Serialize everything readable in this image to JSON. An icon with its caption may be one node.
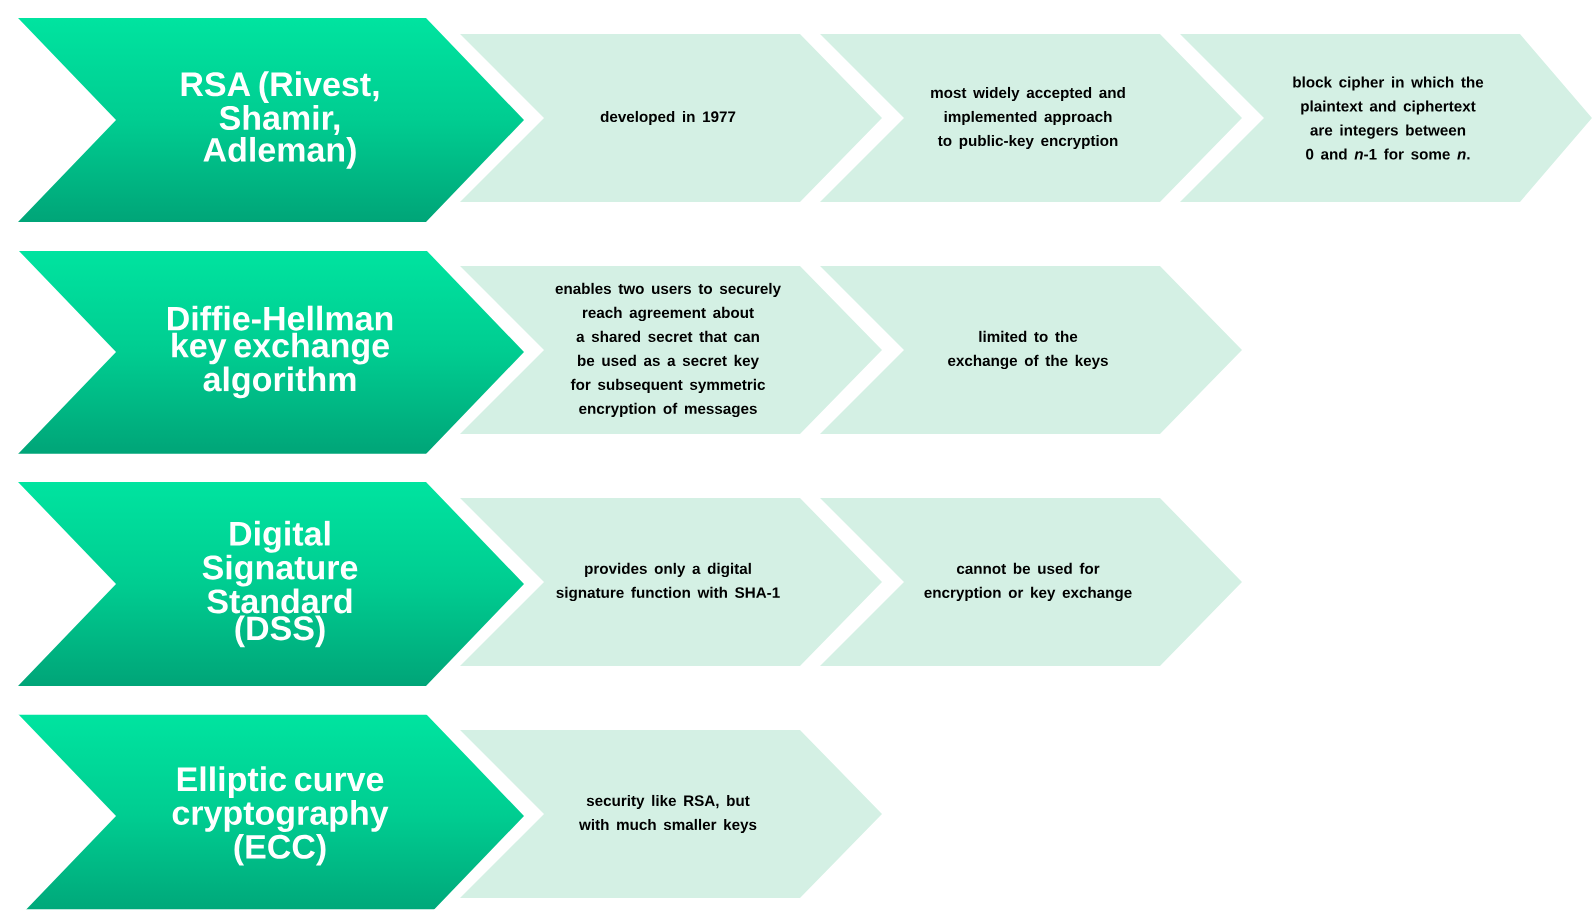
{
  "diagram": {
    "nodes": [
      {
        "text": [
          "RSA (Rivest, Shamir, Adleman)"
        ]
      },
      {
        "text": [
          "developed in 1977"
        ]
      },
      {
        "text": [
          "most widely accepted and implemented approach to public-key encryption"
        ]
      },
      {
        "text": [
          "block cipher in which the plaintext and ciphertext are integers between 0 and *n*-1 for some *n*."
        ]
      },
      {
        "text": [
          "Diffie-Hellman key exchange algorithm"
        ]
      },
      {
        "text": [
          "enables two users to securely reach agreement about a shared secret that can be used as a secret key for subsequent symmetric encryption of messages"
        ]
      },
      {
        "text": [
          "limited to the exchange of the keys"
        ]
      },
      {
        "text": [
          "Digital Signature Standard (DSS)"
        ]
      },
      {
        "text": [
          "provides only a digital signature function with SHA-1"
        ]
      },
      {
        "text": [
          "cannot be used for encryption or key exchange"
        ]
      },
      {
        "text": [
          "Elliptic curve cryptography (ECC)"
        ]
      },
      {
        "text": [
          "security like RSA, but with much smaller keys"
        ]
      }
    ]
  }
}
